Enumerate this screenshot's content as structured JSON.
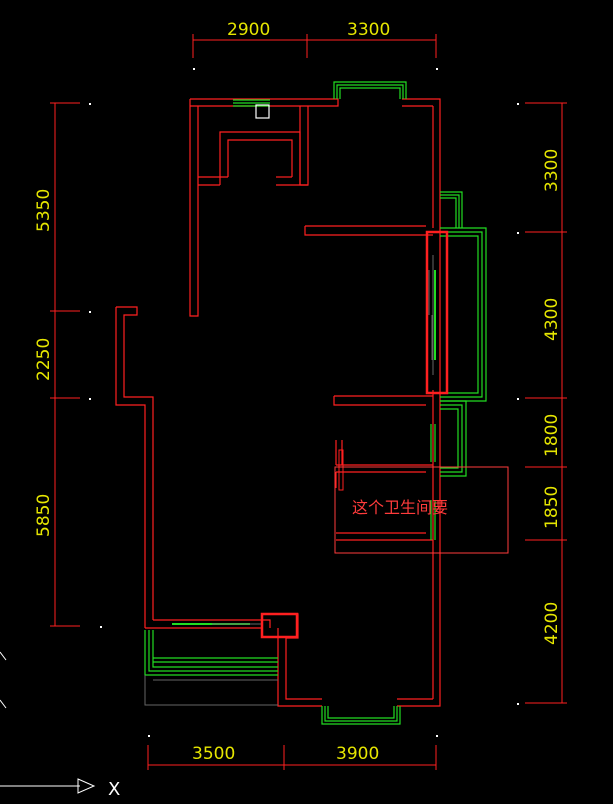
{
  "dimensions": {
    "top": [
      "2900",
      "3300"
    ],
    "bottom": [
      "3500",
      "3900"
    ],
    "left": [
      "5350",
      "2250",
      "5850"
    ],
    "right": [
      "3300",
      "4300",
      "1800",
      "1850",
      "4200"
    ]
  },
  "annotation": {
    "text": "这个卫生间要"
  },
  "axis": {
    "x_label": "X"
  },
  "colors": {
    "wall": "#ff2020",
    "window": "#22dd22",
    "dimension": "#e6e600",
    "background": "#000000"
  }
}
